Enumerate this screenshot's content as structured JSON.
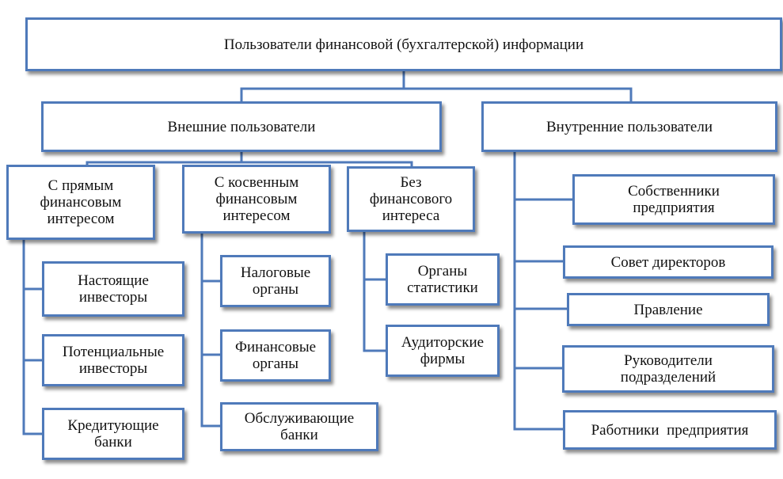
{
  "root": "Пользователи финансовой (бухгалтерской) информации",
  "external": {
    "title": "Внешние пользователи",
    "direct": {
      "title": "С прямым\nфинансовым\nинтересом",
      "items": [
        "Настоящие\nинвесторы",
        "Потенциальные\nинвесторы",
        "Кредитующие\nбанки"
      ]
    },
    "indirect": {
      "title": "С косвенным\nфинансовым\nинтересом",
      "items": [
        "Налоговые\nорганы",
        "Финансовые\nорганы",
        "Обслуживающие\nбанки"
      ]
    },
    "none": {
      "title": "Без\nфинансового\nинтереса",
      "items": [
        "Органы\nстатистики",
        "Аудиторские\nфирмы"
      ]
    }
  },
  "internal": {
    "title": "Внутренние пользователи",
    "items": [
      "Собственники\nпредприятия",
      "Совет директоров",
      "Правление",
      "Руководители\nподразделений",
      "Работники  предприятия"
    ]
  },
  "colors": {
    "border": "#4f7aba",
    "line": "#4f7aba"
  }
}
